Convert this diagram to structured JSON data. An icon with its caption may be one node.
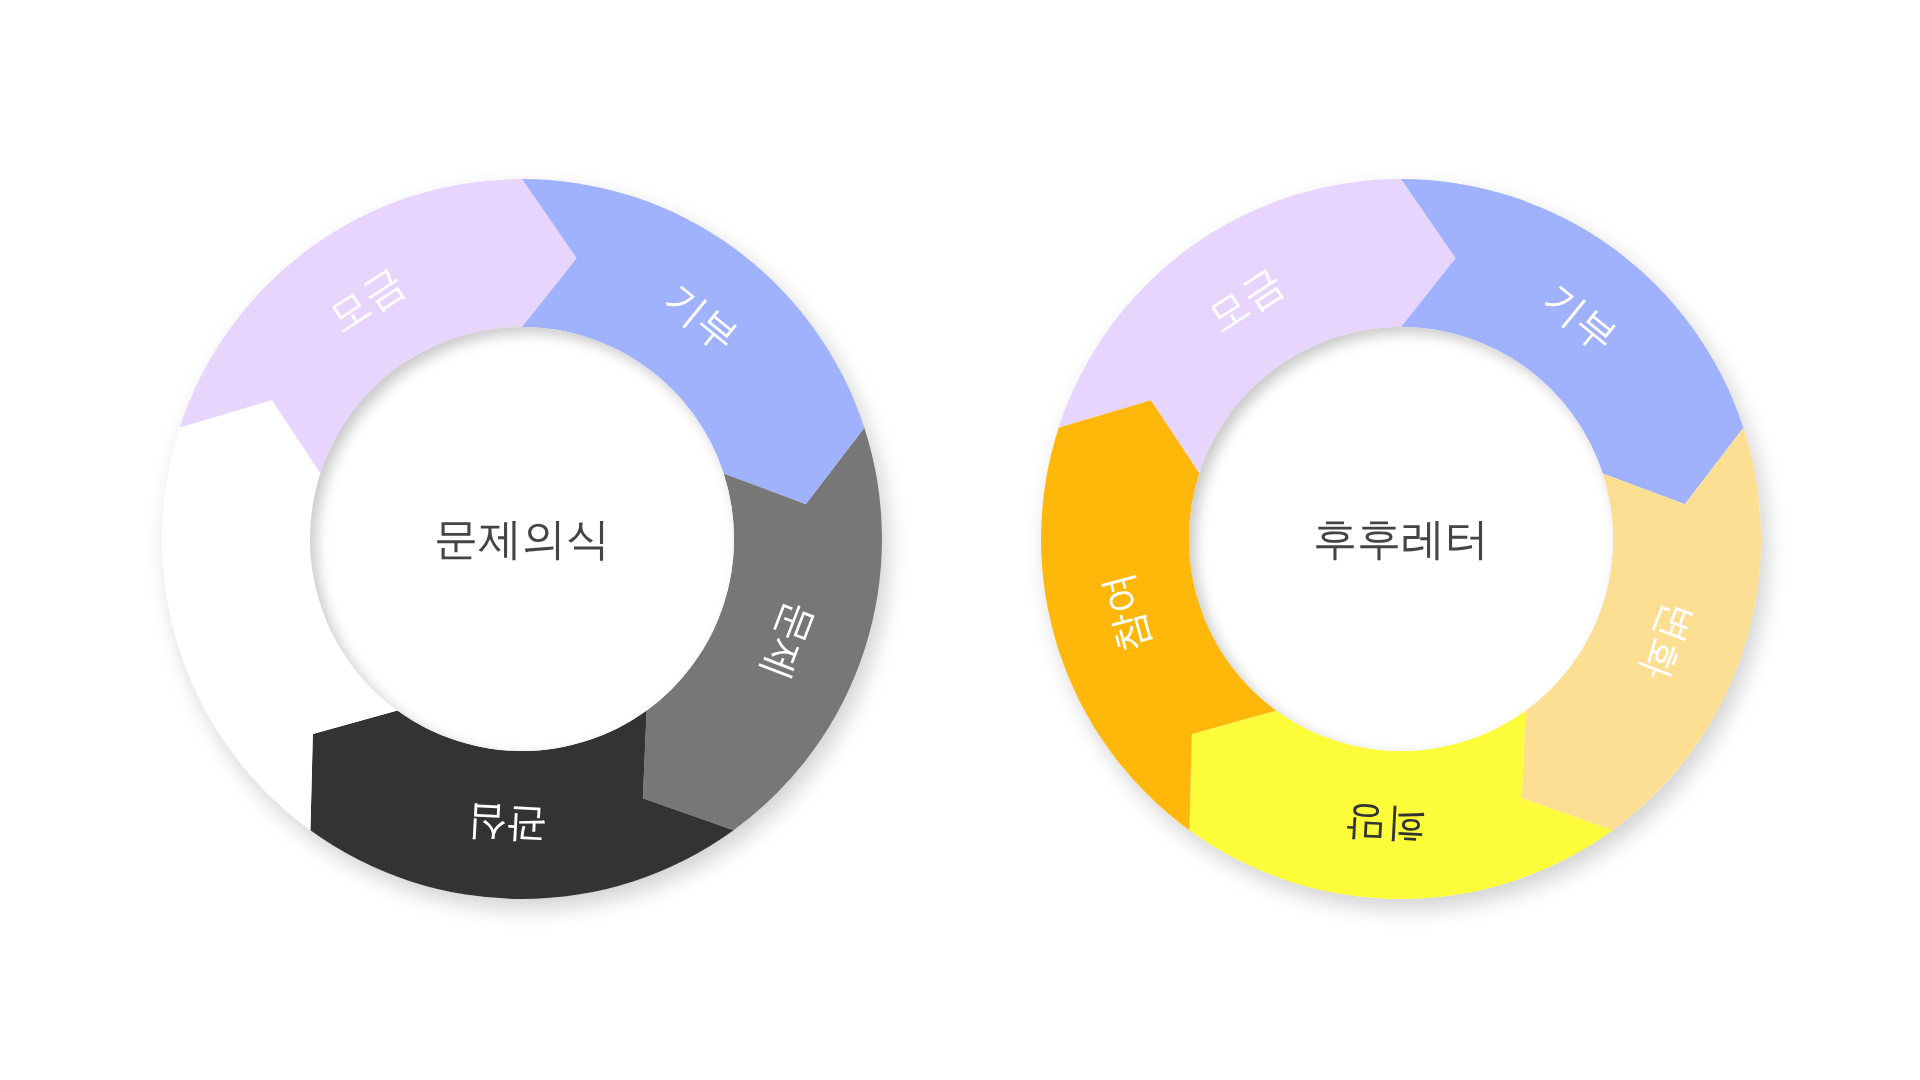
{
  "diagram": {
    "nodes": [
      {
        "text": [
          "문제의식"
        ]
      },
      {
        "text": [
          "모금"
        ]
      },
      {
        "text": [
          "기부"
        ]
      },
      {
        "text": [
          "문제"
        ]
      },
      {
        "text": [
          "관심"
        ]
      },
      {
        "text": [],
        "shape": "band"
      },
      {
        "text": [
          "후후레터"
        ]
      },
      {
        "text": [
          "모금"
        ]
      },
      {
        "text": [
          "기부"
        ]
      },
      {
        "text": [
          "변화"
        ]
      },
      {
        "text": [
          "희망"
        ]
      },
      {
        "text": [
          "참여"
        ]
      }
    ]
  }
}
